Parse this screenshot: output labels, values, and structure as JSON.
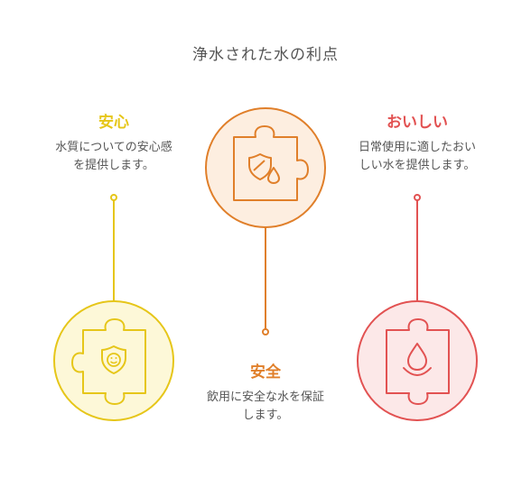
{
  "title": "浄水された水の利点",
  "items": [
    {
      "heading": "安心",
      "desc_lines": [
        "水質についての安心感",
        "を提供します。"
      ],
      "color": "#e6c619",
      "fill": "#fdf8d8",
      "icon": "shield-smile-icon"
    },
    {
      "heading": "安全",
      "desc_lines": [
        "飲用に安全な水を保証",
        "します。"
      ],
      "color": "#e07f2a",
      "fill": "#fdeee0",
      "icon": "shield-drop-icon"
    },
    {
      "heading": "おいしい",
      "desc_lines": [
        "日常使用に適したおい",
        "しい水を提供します。"
      ],
      "color": "#e25252",
      "fill": "#fce8e8",
      "icon": "water-drop-icon"
    }
  ]
}
